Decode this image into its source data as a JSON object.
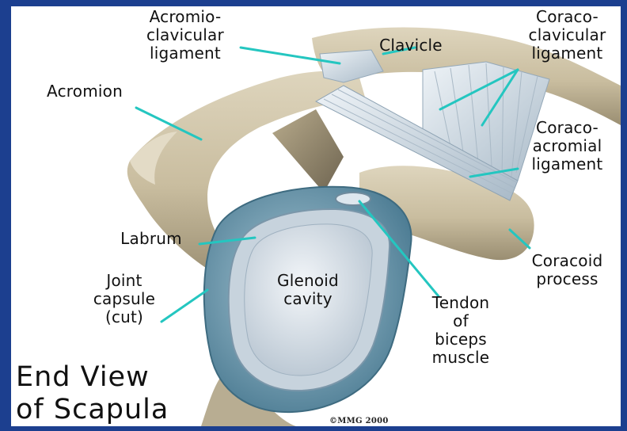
{
  "title": "End View\nof Scapula",
  "copyright": "©MMG 2000",
  "labels": {
    "acromioclavicular_ligament": "Acromio-\nclavicular\nligament",
    "clavicle": "Clavicle",
    "coracoclavicular_ligament": "Coraco-\nclavicular\nligament",
    "acromion": "Acromion",
    "coracoacromial_ligament": "Coraco-\nacromial\nligament",
    "labrum": "Labrum",
    "joint_capsule": "Joint\ncapsule\n(cut)",
    "glenoid_cavity": "Glenoid\ncavity",
    "tendon_of_biceps": "Tendon\nof\nbiceps\nmuscle",
    "coracoid_process": "Coracoid\nprocess"
  },
  "colors": {
    "frame": "#1c3f8f",
    "bone": "#cfc4a8",
    "leader_line": "#24c6c0",
    "capsule": "#6f9fb4",
    "glenoid": "#dfe7ee",
    "ligament": "#d7e1ea"
  }
}
